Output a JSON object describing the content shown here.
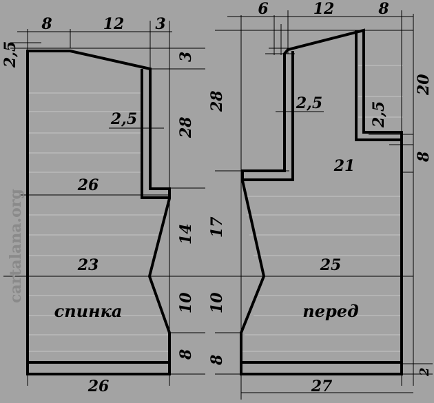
{
  "watermark": "cartalana.org",
  "back": {
    "label": "спинка",
    "dims": {
      "shoulder_left": "8",
      "shoulder_slope": "12",
      "neck_edge": "3",
      "left_drop": "2,5",
      "right_drop": "3",
      "neck_step": "2,5",
      "height_28": "28",
      "width_26_top": "26",
      "height_14": "14",
      "width_23": "23",
      "height_10": "10",
      "height_8": "8",
      "width_26_bottom": "26"
    }
  },
  "front": {
    "label": "перед",
    "dims": {
      "top_6": "6",
      "top_12": "12",
      "top_8": "8",
      "height_28": "28",
      "neck_step": "2,5",
      "right_20": "20",
      "right_step": "2,5",
      "right_8": "8",
      "width_21": "21",
      "height_17": "17",
      "width_25": "25",
      "height_10": "10",
      "height_8": "8",
      "width_27": "27",
      "band_2": "2"
    }
  }
}
